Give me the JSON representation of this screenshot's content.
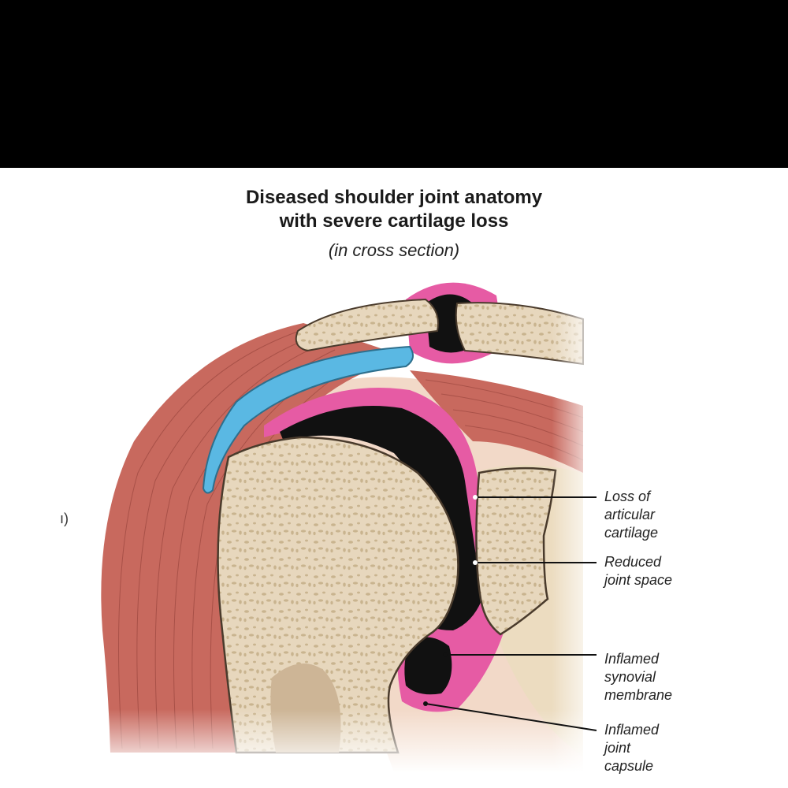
{
  "title_lines": [
    "Diseased shoulder joint anatomy",
    "with severe cartilage loss"
  ],
  "subtitle": "(in cross section)",
  "edge_text": "ı)",
  "labels": [
    {
      "lines": [
        "Loss of",
        "articular",
        "cartilage"
      ]
    },
    {
      "lines": [
        "Reduced",
        "joint space"
      ]
    },
    {
      "lines": [
        "Inflamed",
        "synovial",
        "membrane"
      ]
    },
    {
      "lines": [
        "Inflamed",
        "joint",
        "capsule"
      ]
    }
  ],
  "colors": {
    "background_top": "#000000",
    "panel": "#ffffff",
    "muscle": "#c8695e",
    "muscle_line": "#8e3d36",
    "bone": "#e7d7bd",
    "bone_outline": "#4a3b2c",
    "bursa": "#5ab8e3",
    "synovium": "#e65ba4",
    "joint_space": "#111111",
    "pale_tissue": "#f2d9c8"
  }
}
